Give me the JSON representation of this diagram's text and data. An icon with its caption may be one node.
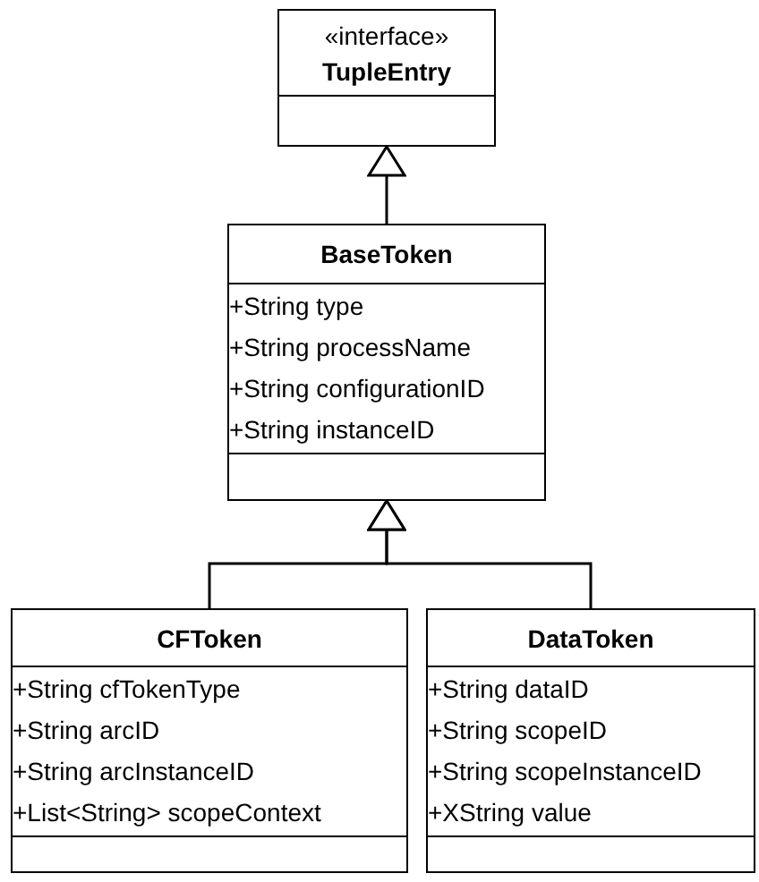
{
  "diagram": {
    "nodes": [
      {
        "text": [
          "«interface»",
          "TupleEntry"
        ]
      },
      {
        "text": [
          "BaseToken",
          "+String type",
          "+String processName",
          "+String configurationID",
          "+String instanceID"
        ]
      },
      {
        "text": [
          "CFToken",
          "+String cfTokenType",
          "+String arcID",
          "+String arcInstanceID",
          "+List<String> scopeContext"
        ]
      },
      {
        "text": [
          "DataToken",
          "+String dataID",
          "+String scopeID",
          "+String scopeInstanceID",
          "+XString value"
        ]
      }
    ],
    "edges": [
      {
        "from": 1,
        "to": 0,
        "arrow": "to"
      },
      {
        "from": 2,
        "to": 1,
        "arrow": "to"
      },
      {
        "from": 3,
        "to": 1,
        "arrow": "to"
      }
    ]
  }
}
